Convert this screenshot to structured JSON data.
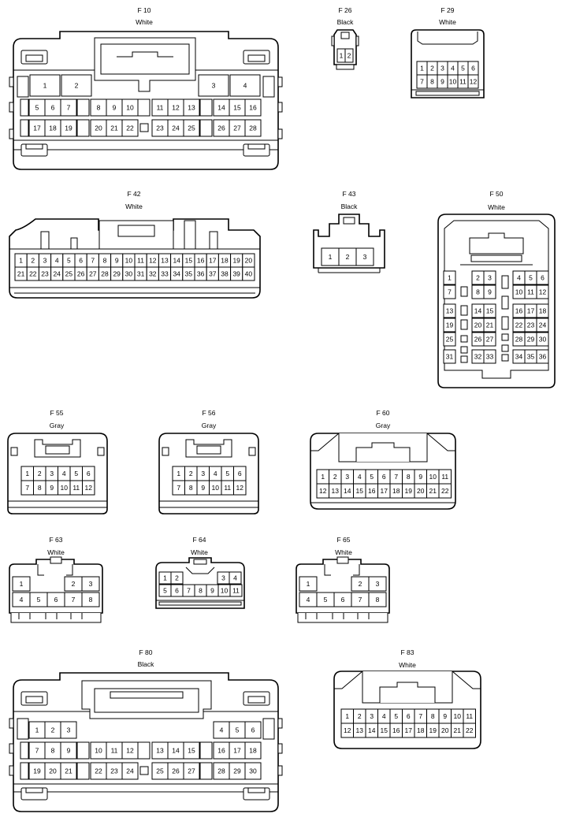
{
  "connectors": [
    {
      "id": "F 10",
      "color": "White"
    },
    {
      "id": "F 26",
      "color": "Black"
    },
    {
      "id": "F 29",
      "color": "White"
    },
    {
      "id": "F 42",
      "color": "White"
    },
    {
      "id": "F 43",
      "color": "Black"
    },
    {
      "id": "F 50",
      "color": "White"
    },
    {
      "id": "F 55",
      "color": "Gray"
    },
    {
      "id": "F 56",
      "color": "Gray"
    },
    {
      "id": "F 60",
      "color": "Gray"
    },
    {
      "id": "F 63",
      "color": "White"
    },
    {
      "id": "F 64",
      "color": "White"
    },
    {
      "id": "F 65",
      "color": "White"
    },
    {
      "id": "F 80",
      "color": "Black"
    },
    {
      "id": "F 83",
      "color": "White"
    }
  ]
}
